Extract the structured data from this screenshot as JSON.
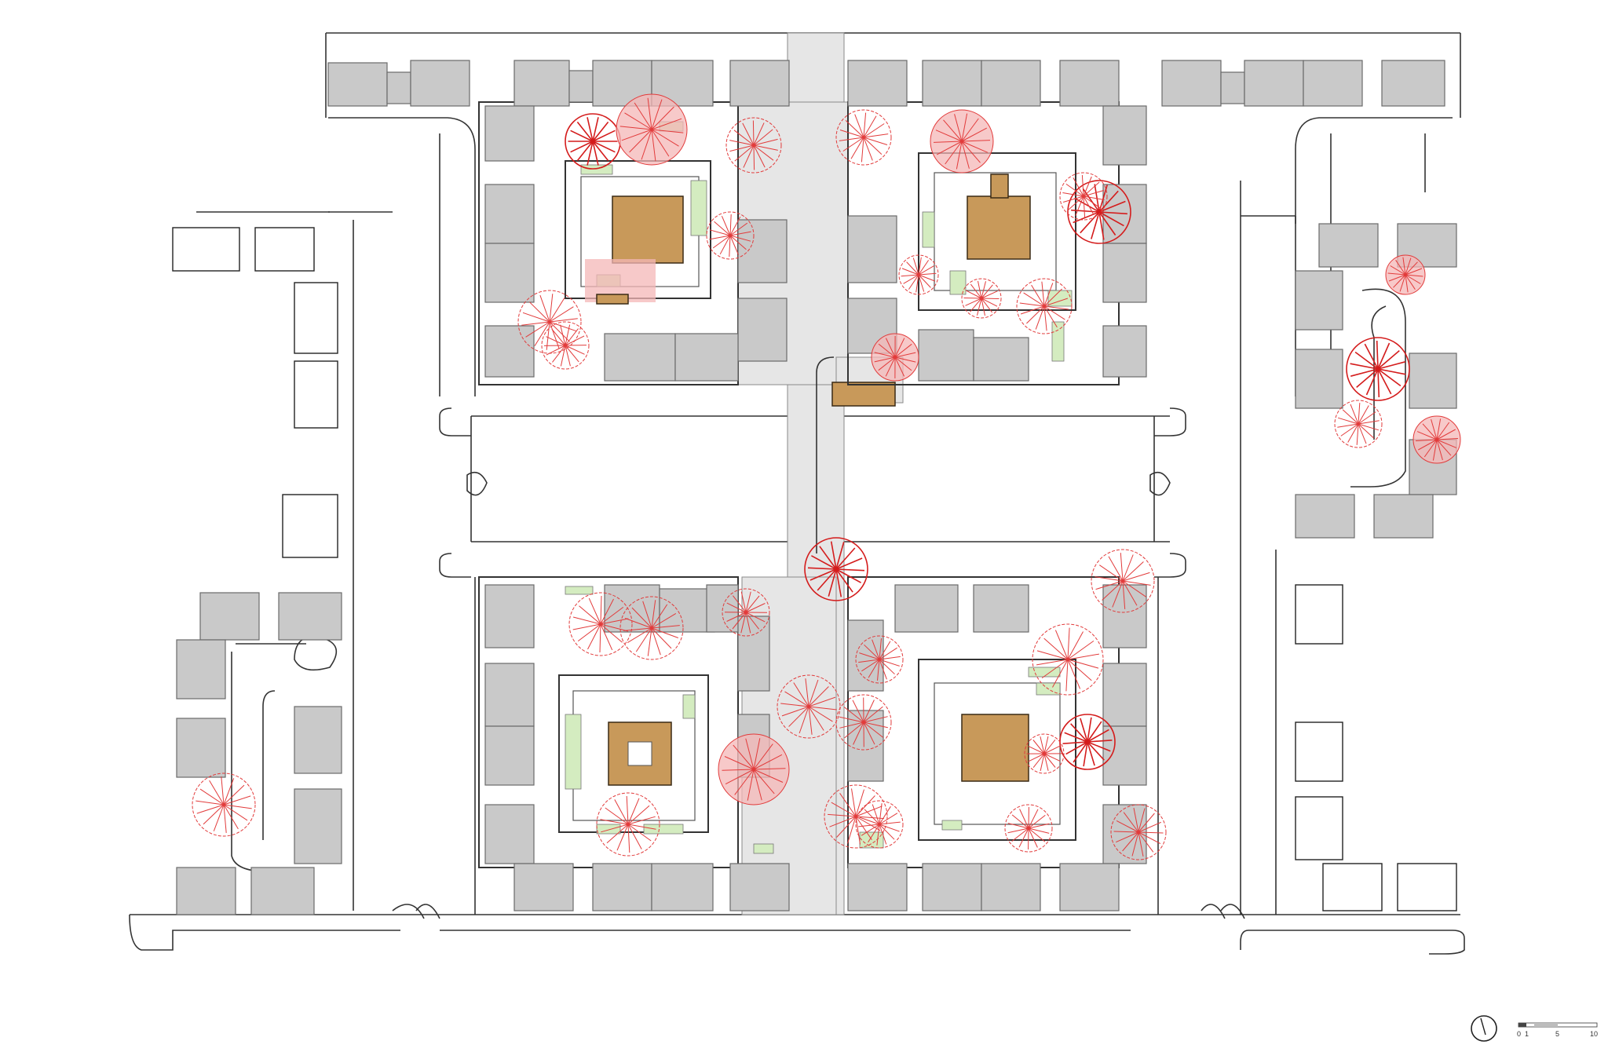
{
  "scale_bar": {
    "ticks": [
      "0",
      "1",
      "5",
      "10"
    ]
  },
  "north_arrow": {
    "icon": "north-arrow-icon"
  },
  "colors": {
    "building": "#c9c9c9",
    "deck": "#c8995a",
    "planting": "#d4ecc0",
    "tree": "#e23b3b",
    "tree_fill": "#f4b7b7",
    "walkway": "#e6e6e6"
  }
}
